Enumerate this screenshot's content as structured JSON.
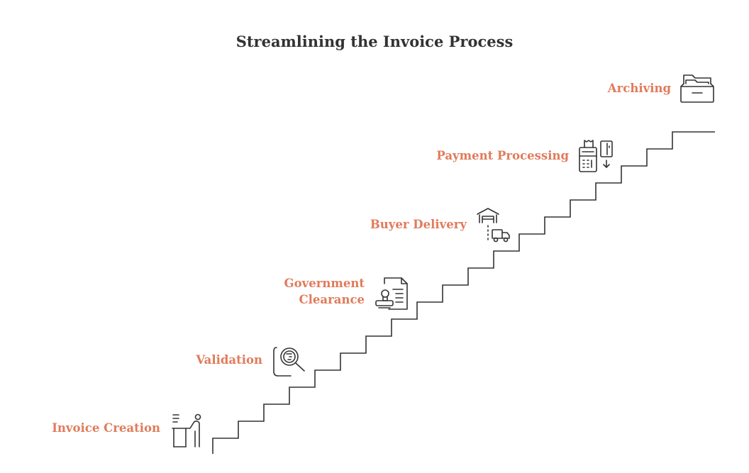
{
  "title": "Streamlining the Invoice Process",
  "colors": {
    "label": "#e07b5b",
    "line": "#333333",
    "title": "#333333"
  },
  "steps": [
    {
      "label": "Invoice Creation",
      "icon": "person-at-desk-icon"
    },
    {
      "label": "Validation",
      "icon": "document-magnifier-icon"
    },
    {
      "label": "Government Clearance",
      "icon": "stamp-document-icon"
    },
    {
      "label": "Buyer Delivery",
      "icon": "warehouse-truck-icon"
    },
    {
      "label": "Payment Processing",
      "icon": "pos-terminal-card-icon"
    },
    {
      "label": "Archiving",
      "icon": "archive-drawer-icon"
    }
  ]
}
